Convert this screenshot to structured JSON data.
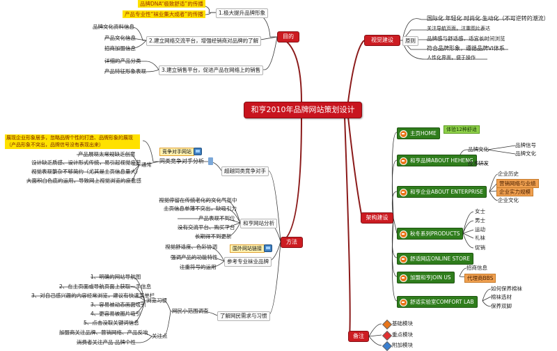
{
  "center": {
    "title": "和亨2010年品牌网站策划设计"
  },
  "branches": {
    "goal": "目的",
    "visual": "视觉建设",
    "method": "方法",
    "structure": "架构建设",
    "remarks": "备注"
  },
  "goal": {
    "items": [
      "1.极大提升品牌形象",
      "2.建立网络交流平台，增强经销商对品牌的了解",
      "3.建立销售平台，促进产品在网络上的销售"
    ],
    "item1_notes": [
      "品牌DNA“极致舒适”的传播",
      "产品专业性“袜业集大成者”的传播"
    ],
    "item2_notes": [
      "品牌文化资料信息",
      "产品文化信息",
      "招商加盟信息"
    ],
    "item3_notes": [
      "详细的产品分类",
      "产品特征形象表现"
    ]
  },
  "visual": {
    "principle": "原则",
    "items": [
      "国际化 年轻化 时尚化 生动化（不可逆转的潮流）",
      "关注导航页面，注重图片表达",
      "品牌感与舒适感，适宜长时间浏览",
      "符合品牌形象，遵循品牌VI体系",
      "人性化界面，便于操作"
    ]
  },
  "structure": {
    "home": "主页HOME",
    "home_note": "体验12种舒适",
    "about_heheng": "和亨品牌ABOUT HEHENG",
    "about_heheng_children": [
      "品牌文化",
      "技术研发"
    ],
    "brand_culture_children": [
      "品牌信号",
      "品牌文化"
    ],
    "about_enterprise": "和亨企业ABOUT ENTERPRISE",
    "enterprise_children": [
      "企业历史",
      "营销网络与业绩",
      "企业实力规模",
      "企业文化"
    ],
    "products": "秋冬系列PRODUCTS",
    "product_children": [
      "女士",
      "男士",
      "运动",
      "礼袜",
      "促销"
    ],
    "store": "舒适网店ONLINE STORE",
    "join": "加盟和亨JOIN US",
    "join_children": [
      "招商信息",
      "代理商BBS"
    ],
    "lab": "舒适实验室COMFORT LAB",
    "lab_children": [
      "如何保养棉袜",
      "棉袜选材",
      "保养双脚"
    ]
  },
  "remarks": {
    "items": [
      "基础模块",
      "重点模块",
      "附加模块"
    ]
  },
  "method": {
    "competitor": {
      "title": "超越同类竞争对手",
      "analysis": "同类竞争对手分析",
      "badge": "竞争对手网站",
      "group": "通常",
      "top_note": "展现企业形象居多，忽略品牌个性的打造、品牌形象的展现（产品形象不突出，品牌信号没有表现出来）",
      "notes": [
        "产品展现太常规缺乏创意",
        "设计缺乏质感、设计形式传统，易引起视觉疲劳",
        "视觉表现繁杂不够简约（尤其是主页信息量大）",
        "大面积白色底的运用，导致网上视觉浏览的疲惫感"
      ]
    },
    "analysis": {
      "title": "和亨网站分析",
      "notes": [
        "视觉停留在传统老化的文化气氛中",
        "主页信息单薄不突出，缺吸引力",
        "产品表现不到位",
        "没有交流平台、购买平台",
        "长期得不到更新"
      ]
    },
    "reference": {
      "title": "参考专业袜业品牌",
      "badge": "国外网站链接",
      "notes": [
        "视觉舒适度、色彩协调",
        "强调产品的功能特性",
        "注重符号的运用"
      ]
    },
    "needs": {
      "title": "了解网民需求与习惯",
      "survey": "网民小范围调查",
      "habits": "浏览习惯",
      "habit_items": [
        "1、明确的网站导航图",
        "2、在主页面或导航页面上获取一手信息",
        "3、对自己感兴趣的内容经常浏览，建议有快速菜单栏",
        "3、容易被动态画面吸引",
        "4、更容易被图片吸引",
        "5、点击没取关键词信息"
      ],
      "focus": "关注点",
      "focus_items": [
        "加盟商关注品牌、营销网络、产品反响",
        "消费者关注产品 品牌个性"
      ]
    }
  },
  "colors": {
    "branch": "#cc1c22",
    "sub": "#2f7d1c",
    "line": "#8b1a1a",
    "highlight": "#ffe100",
    "orange": "#f0a050",
    "green_tag": "#8fd04a"
  }
}
